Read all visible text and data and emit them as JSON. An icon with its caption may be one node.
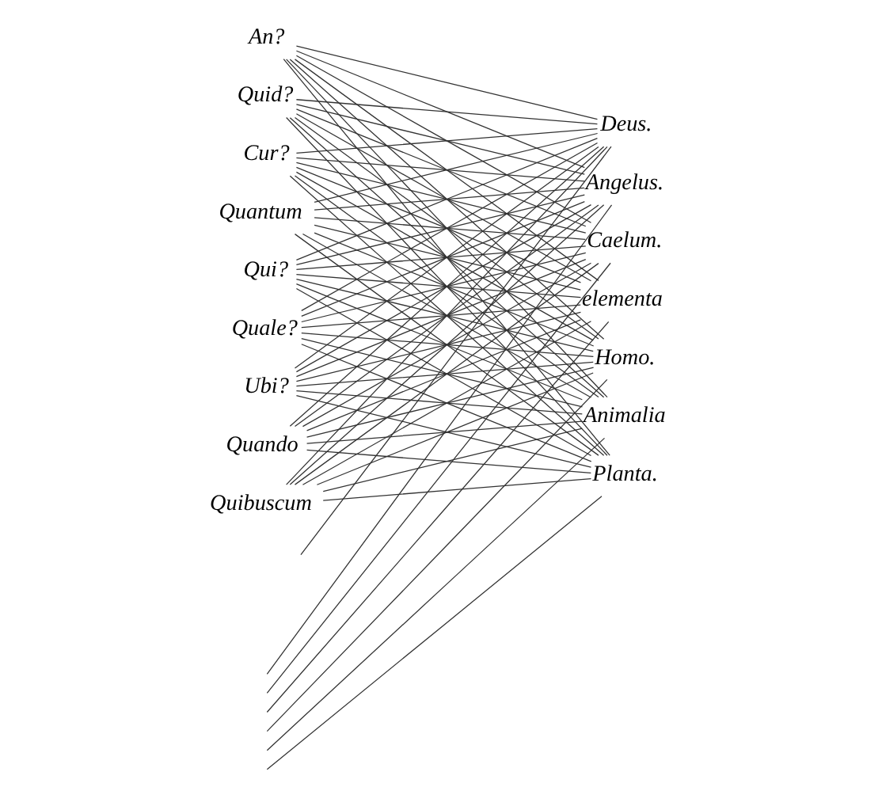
{
  "diagram": {
    "nodes": [
      {
        "text": [
          "An?"
        ]
      },
      {
        "text": [
          "Quid?"
        ]
      },
      {
        "text": [
          "Cur?"
        ]
      },
      {
        "text": [
          "Quantum"
        ]
      },
      {
        "text": [
          "Qui?"
        ]
      },
      {
        "text": [
          "Quale?"
        ]
      },
      {
        "text": [
          "Ubi?"
        ]
      },
      {
        "text": [
          "Quando"
        ]
      },
      {
        "text": [
          "Quibuscum"
        ]
      },
      {
        "text": [
          "Deus."
        ]
      },
      {
        "text": [
          "Angelus."
        ]
      },
      {
        "text": [
          "Caelum."
        ]
      },
      {
        "text": [
          "elementa"
        ]
      },
      {
        "text": [
          "Homo."
        ]
      },
      {
        "text": [
          "Animalia"
        ]
      },
      {
        "text": [
          "Planta."
        ]
      }
    ],
    "edges": [
      {
        "from": 0,
        "to": 9,
        "arrow": "none"
      },
      {
        "from": 0,
        "to": 10,
        "arrow": "none"
      },
      {
        "from": 0,
        "to": 11,
        "arrow": "none"
      },
      {
        "from": 0,
        "to": 12,
        "arrow": "none"
      },
      {
        "from": 0,
        "to": 13,
        "arrow": "none"
      },
      {
        "from": 0,
        "to": 14,
        "arrow": "none"
      },
      {
        "from": 0,
        "to": 15,
        "arrow": "none"
      },
      {
        "from": 1,
        "to": 9,
        "arrow": "none"
      },
      {
        "from": 1,
        "to": 10,
        "arrow": "none"
      },
      {
        "from": 1,
        "to": 11,
        "arrow": "none"
      },
      {
        "from": 1,
        "to": 12,
        "arrow": "none"
      },
      {
        "from": 1,
        "to": 13,
        "arrow": "none"
      },
      {
        "from": 1,
        "to": 14,
        "arrow": "none"
      },
      {
        "from": 1,
        "to": 15,
        "arrow": "none"
      },
      {
        "from": 2,
        "to": 9,
        "arrow": "none"
      },
      {
        "from": 2,
        "to": 10,
        "arrow": "none"
      },
      {
        "from": 2,
        "to": 11,
        "arrow": "none"
      },
      {
        "from": 2,
        "to": 12,
        "arrow": "none"
      },
      {
        "from": 2,
        "to": 13,
        "arrow": "none"
      },
      {
        "from": 2,
        "to": 14,
        "arrow": "none"
      },
      {
        "from": 2,
        "to": 15,
        "arrow": "none"
      },
      {
        "from": 3,
        "to": 9,
        "arrow": "none"
      },
      {
        "from": 3,
        "to": 10,
        "arrow": "none"
      },
      {
        "from": 3,
        "to": 11,
        "arrow": "none"
      },
      {
        "from": 3,
        "to": 12,
        "arrow": "none"
      },
      {
        "from": 3,
        "to": 13,
        "arrow": "none"
      },
      {
        "from": 3,
        "to": 14,
        "arrow": "none"
      },
      {
        "from": 3,
        "to": 15,
        "arrow": "none"
      },
      {
        "from": 4,
        "to": 9,
        "arrow": "none"
      },
      {
        "from": 4,
        "to": 10,
        "arrow": "none"
      },
      {
        "from": 4,
        "to": 11,
        "arrow": "none"
      },
      {
        "from": 4,
        "to": 12,
        "arrow": "none"
      },
      {
        "from": 4,
        "to": 13,
        "arrow": "none"
      },
      {
        "from": 4,
        "to": 14,
        "arrow": "none"
      },
      {
        "from": 4,
        "to": 15,
        "arrow": "none"
      },
      {
        "from": 5,
        "to": 9,
        "arrow": "none"
      },
      {
        "from": 5,
        "to": 10,
        "arrow": "none"
      },
      {
        "from": 5,
        "to": 11,
        "arrow": "none"
      },
      {
        "from": 5,
        "to": 12,
        "arrow": "none"
      },
      {
        "from": 5,
        "to": 13,
        "arrow": "none"
      },
      {
        "from": 5,
        "to": 14,
        "arrow": "none"
      },
      {
        "from": 5,
        "to": 15,
        "arrow": "none"
      },
      {
        "from": 6,
        "to": 9,
        "arrow": "none"
      },
      {
        "from": 6,
        "to": 10,
        "arrow": "none"
      },
      {
        "from": 6,
        "to": 11,
        "arrow": "none"
      },
      {
        "from": 6,
        "to": 12,
        "arrow": "none"
      },
      {
        "from": 6,
        "to": 13,
        "arrow": "none"
      },
      {
        "from": 6,
        "to": 14,
        "arrow": "none"
      },
      {
        "from": 6,
        "to": 15,
        "arrow": "none"
      },
      {
        "from": 7,
        "to": 9,
        "arrow": "none"
      },
      {
        "from": 7,
        "to": 10,
        "arrow": "none"
      },
      {
        "from": 7,
        "to": 11,
        "arrow": "none"
      },
      {
        "from": 7,
        "to": 12,
        "arrow": "none"
      },
      {
        "from": 7,
        "to": 13,
        "arrow": "none"
      },
      {
        "from": 7,
        "to": 14,
        "arrow": "none"
      },
      {
        "from": 7,
        "to": 15,
        "arrow": "none"
      },
      {
        "from": 8,
        "to": 9,
        "arrow": "none"
      },
      {
        "from": 8,
        "to": 10,
        "arrow": "none"
      },
      {
        "from": 8,
        "to": 11,
        "arrow": "none"
      },
      {
        "from": 8,
        "to": 12,
        "arrow": "none"
      },
      {
        "from": 8,
        "to": 13,
        "arrow": "none"
      },
      {
        "from": 8,
        "to": 14,
        "arrow": "none"
      },
      {
        "from": 8,
        "to": 15,
        "arrow": "none"
      },
      {
        "from": null,
        "to": 9,
        "arrow": "none"
      },
      {
        "from": null,
        "to": 10,
        "arrow": "none"
      },
      {
        "from": null,
        "to": 11,
        "arrow": "none"
      },
      {
        "from": null,
        "to": 12,
        "arrow": "none"
      },
      {
        "from": null,
        "to": 13,
        "arrow": "none"
      },
      {
        "from": null,
        "to": 14,
        "arrow": "none"
      },
      {
        "from": null,
        "to": 15,
        "arrow": "none"
      }
    ]
  }
}
